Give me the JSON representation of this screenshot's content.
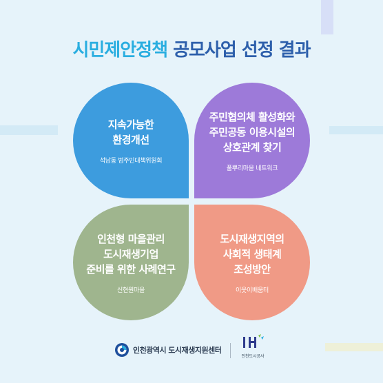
{
  "title": {
    "part1": "시민제안정책",
    "part2": "공모사업 선정 결과"
  },
  "projects": [
    {
      "heading": [
        "지속가능한",
        "환경개선"
      ],
      "org": "석남동 범주민대책위원회",
      "color": "#3d9cde"
    },
    {
      "heading": [
        "주민협의체 활성화와",
        "주민공동 이용시설의",
        "상호관계 찾기"
      ],
      "org": "풀뿌리마을 네트워크",
      "color": "#9d7ad9"
    },
    {
      "heading": [
        "인천형 마을관리",
        "도시재생기업",
        "준비를 위한 사례연구"
      ],
      "org": "신현원마을",
      "color": "#9fb58e"
    },
    {
      "heading": [
        "도시재생지역의",
        "사회적 생태계",
        "조성방안"
      ],
      "org": "이웃이배움터",
      "color": "#f09a86"
    }
  ],
  "footer": {
    "center_label": "인천광역시 도시재생지원센터",
    "corp_label": "인천도시공사",
    "center_icon": "circle-logo-icon",
    "corp_icon": "ih-logo-icon"
  },
  "colors": {
    "background": "#e6f3fa",
    "title_part1": "#2aaee0",
    "title_part2": "#2d5fab"
  }
}
